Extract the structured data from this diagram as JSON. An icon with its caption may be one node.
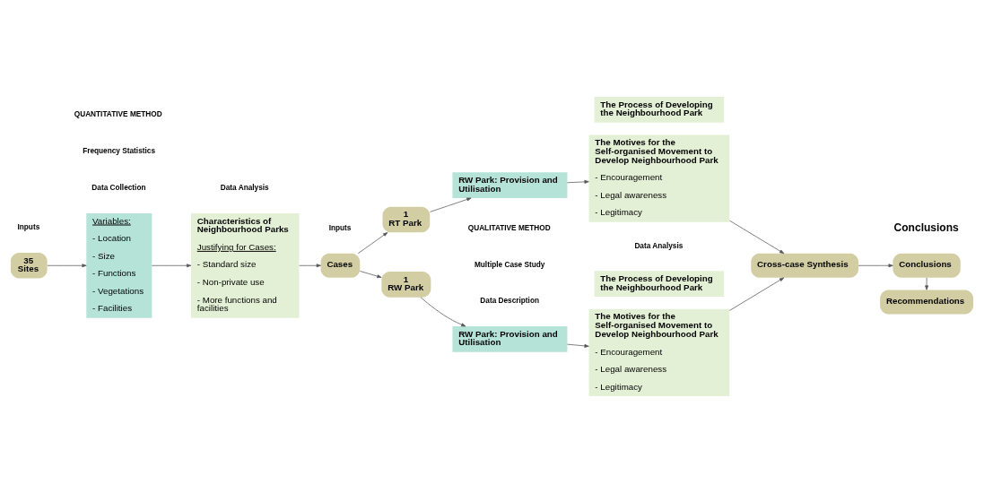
{
  "diagram": {
    "nodes": [
      {
        "text": [
          "35",
          "Sites"
        ]
      },
      {
        "text": [
          "Variables:",
          "- Location",
          "- Size",
          "- Functions",
          "- Vegetations",
          "- Facilities"
        ]
      },
      {
        "text": [
          "Characteristics of Neighbourhood Parks",
          "Justifying for Cases:",
          "- Standard size",
          "- Non-private use",
          "- More functions and facilities"
        ]
      },
      {
        "text": [
          "Cases"
        ]
      },
      {
        "text": [
          "1",
          "RW Park"
        ]
      },
      {
        "text": [
          "1",
          "RT Park"
        ]
      },
      {
        "text": [
          "RW Park: Provision and Utilisation"
        ]
      },
      {
        "text": [
          "RW Park: Provision and Utilisation"
        ]
      },
      {
        "text": [
          "The Process of Developing the Neighbourhood Park"
        ]
      },
      {
        "text": [
          "The Motives for the Self-organised Movement to Develop Neighbourhood Park",
          "- Encouragement",
          "- Legal awareness",
          "- Legitimacy"
        ]
      },
      {
        "text": [
          "The Process of Developing the Neighbourhood Park"
        ]
      },
      {
        "text": [
          "The Motives for the Self-organised Movement to Develop Neighbourhood Park",
          "- Encouragement",
          "- Legal awareness",
          "- Legitimacy"
        ]
      },
      {
        "text": [
          "Cross-case Synthesis"
        ]
      },
      {
        "text": [
          "Conclusions"
        ]
      },
      {
        "text": [
          "Recommendations"
        ]
      }
    ],
    "edges": [
      {
        "from": 0,
        "to": 1,
        "arrow": "to"
      },
      {
        "from": 1,
        "to": 2,
        "arrow": "to"
      },
      {
        "from": 2,
        "to": 3,
        "arrow": "to"
      },
      {
        "from": 3,
        "to": 4,
        "arrow": "to"
      },
      {
        "from": 3,
        "to": 5,
        "arrow": "to"
      },
      {
        "from": 4,
        "to": 6,
        "arrow": "to"
      },
      {
        "from": 5,
        "to": 7,
        "arrow": "to"
      },
      {
        "from": 6,
        "to": 9,
        "arrow": "to"
      },
      {
        "from": 7,
        "to": 11,
        "arrow": "to"
      },
      {
        "from": 9,
        "to": 12,
        "arrow": "to"
      },
      {
        "from": 11,
        "to": 12,
        "arrow": "to"
      },
      {
        "from": 12,
        "to": 13,
        "arrow": "to"
      },
      {
        "from": 13,
        "to": 14,
        "arrow": "to"
      }
    ],
    "labels": [
      "QUANTITATIVE METHOD",
      "Frequency Statistics",
      "QUALITATIVE METHOD",
      "Multiple Case Study",
      "Conclusions",
      "Inputs",
      "Data Collection",
      "Data Analysis",
      "Inputs",
      "Data Description",
      "Data Analysis"
    ]
  }
}
